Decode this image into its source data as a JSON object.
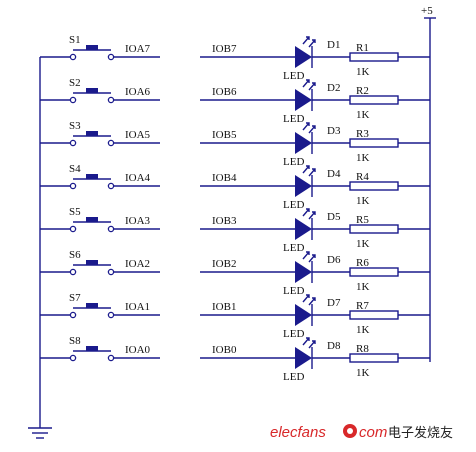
{
  "supply_label": "+5",
  "switch_prefix": "S",
  "led_text": "LED",
  "watermark": {
    "brand": "elecfans",
    "brand_suffix": "com",
    "chinese": "电子发烧友",
    "brand_color": "#d8282a"
  },
  "wire_color": "#1a1a8c",
  "rows": [
    {
      "switch": "S1",
      "port_a": "IOA7",
      "port_b": "IOB7",
      "diode": "D1",
      "resistor": "R1",
      "value": "1K"
    },
    {
      "switch": "S2",
      "port_a": "IOA6",
      "port_b": "IOB6",
      "diode": "D2",
      "resistor": "R2",
      "value": "1K"
    },
    {
      "switch": "S3",
      "port_a": "IOA5",
      "port_b": "IOB5",
      "diode": "D3",
      "resistor": "R3",
      "value": "1K"
    },
    {
      "switch": "S4",
      "port_a": "IOA4",
      "port_b": "IOB4",
      "diode": "D4",
      "resistor": "R4",
      "value": "1K"
    },
    {
      "switch": "S5",
      "port_a": "IOA3",
      "port_b": "IOB3",
      "diode": "D5",
      "resistor": "R5",
      "value": "1K"
    },
    {
      "switch": "S6",
      "port_a": "IOA2",
      "port_b": "IOB2",
      "diode": "D6",
      "resistor": "R6",
      "value": "1K"
    },
    {
      "switch": "S7",
      "port_a": "IOA1",
      "port_b": "IOB1",
      "diode": "D7",
      "resistor": "R7",
      "value": "1K"
    },
    {
      "switch": "S8",
      "port_a": "IOA0",
      "port_b": "IOB0",
      "diode": "D8",
      "resistor": "R8",
      "value": "1K"
    }
  ]
}
